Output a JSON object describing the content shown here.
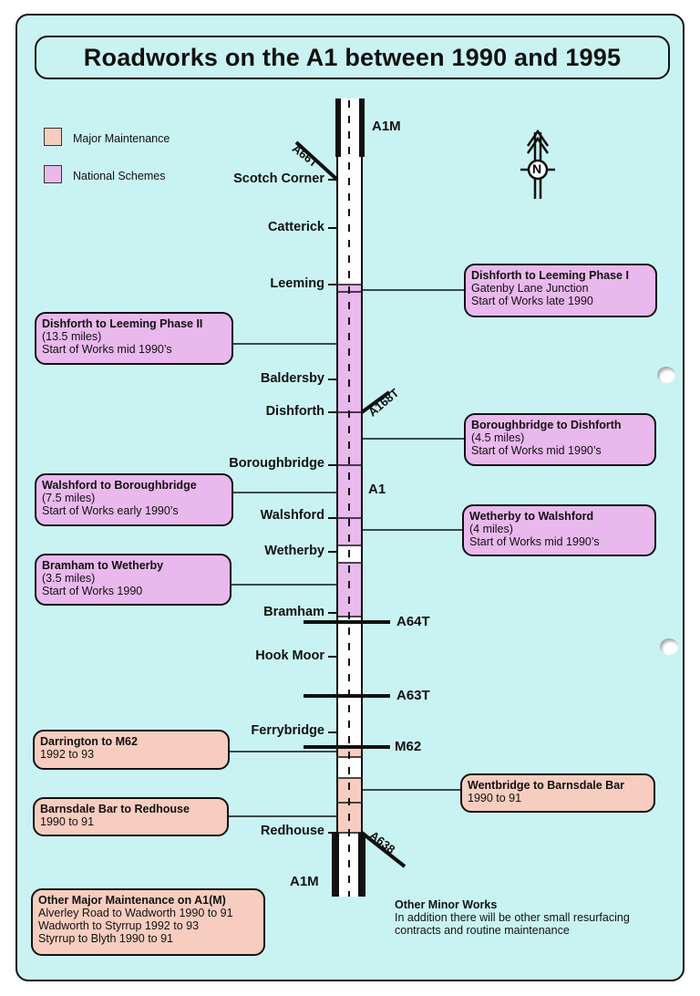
{
  "title": "Roadworks on the A1 between 1990 and 1995",
  "legend": [
    {
      "label": "Major Maintenance",
      "color": "#f6cdbf"
    },
    {
      "label": "National Schemes",
      "color": "#e9b8ec"
    }
  ],
  "compass": {
    "label": "N",
    "icon": "north-arrow-icon"
  },
  "road": {
    "name": "A1",
    "top_label": "A1M",
    "bottom_label": "A1M"
  },
  "places": [
    {
      "name": "Scotch Corner"
    },
    {
      "name": "Catterick"
    },
    {
      "name": "Leeming"
    },
    {
      "name": "Baldersby"
    },
    {
      "name": "Dishforth"
    },
    {
      "name": "Boroughbridge"
    },
    {
      "name": "Walshford"
    },
    {
      "name": "Wetherby"
    },
    {
      "name": "Bramham"
    },
    {
      "name": "Hook Moor"
    },
    {
      "name": "Ferrybridge"
    },
    {
      "name": "Redhouse"
    }
  ],
  "crossing_roads": [
    {
      "name": "A66T"
    },
    {
      "name": "A168T"
    },
    {
      "name": "A64T"
    },
    {
      "name": "A63T"
    },
    {
      "name": "M62"
    },
    {
      "name": "A638"
    }
  ],
  "schemes": [
    {
      "type": "national",
      "title": "Dishforth to Leeming Phase I",
      "lines": [
        "Gatenby Lane Junction",
        "Start of Works late 1990"
      ]
    },
    {
      "type": "national",
      "title": "Dishforth to Leeming Phase II",
      "lines": [
        "(13.5 miles)",
        "Start of Works mid 1990’s"
      ]
    },
    {
      "type": "national",
      "title": "Boroughbridge to Dishforth",
      "lines": [
        "(4.5 miles)",
        "Start of Works mid 1990’s"
      ]
    },
    {
      "type": "national",
      "title": "Walshford to Boroughbridge",
      "lines": [
        "(7.5 miles)",
        "Start of Works early 1990’s"
      ]
    },
    {
      "type": "national",
      "title": "Wetherby to Walshford",
      "lines": [
        "(4 miles)",
        "Start of Works mid 1990’s"
      ]
    },
    {
      "type": "national",
      "title": "Bramham to Wetherby",
      "lines": [
        "(3.5 miles)",
        "Start of Works 1990"
      ]
    },
    {
      "type": "major",
      "title": "Darrington to M62",
      "lines": [
        "1992 to 93"
      ]
    },
    {
      "type": "major",
      "title": "Wentbridge to Barnsdale Bar",
      "lines": [
        "1990 to 91"
      ]
    },
    {
      "type": "major",
      "title": "Barnsdale Bar to Redhouse",
      "lines": [
        "1990 to 91"
      ]
    },
    {
      "type": "major",
      "title": "Other Major Maintenance on A1(M)",
      "lines": [
        "Alverley Road to Wadworth 1990 to 91",
        "Wadworth to Styrrup 1992 to 93",
        "Styrrup to Blyth 1990 to 91"
      ]
    }
  ],
  "minor_works": {
    "title": "Other Minor Works",
    "lines": [
      "In addition there will be other small resurfacing",
      "contracts  and routine maintenance"
    ]
  }
}
